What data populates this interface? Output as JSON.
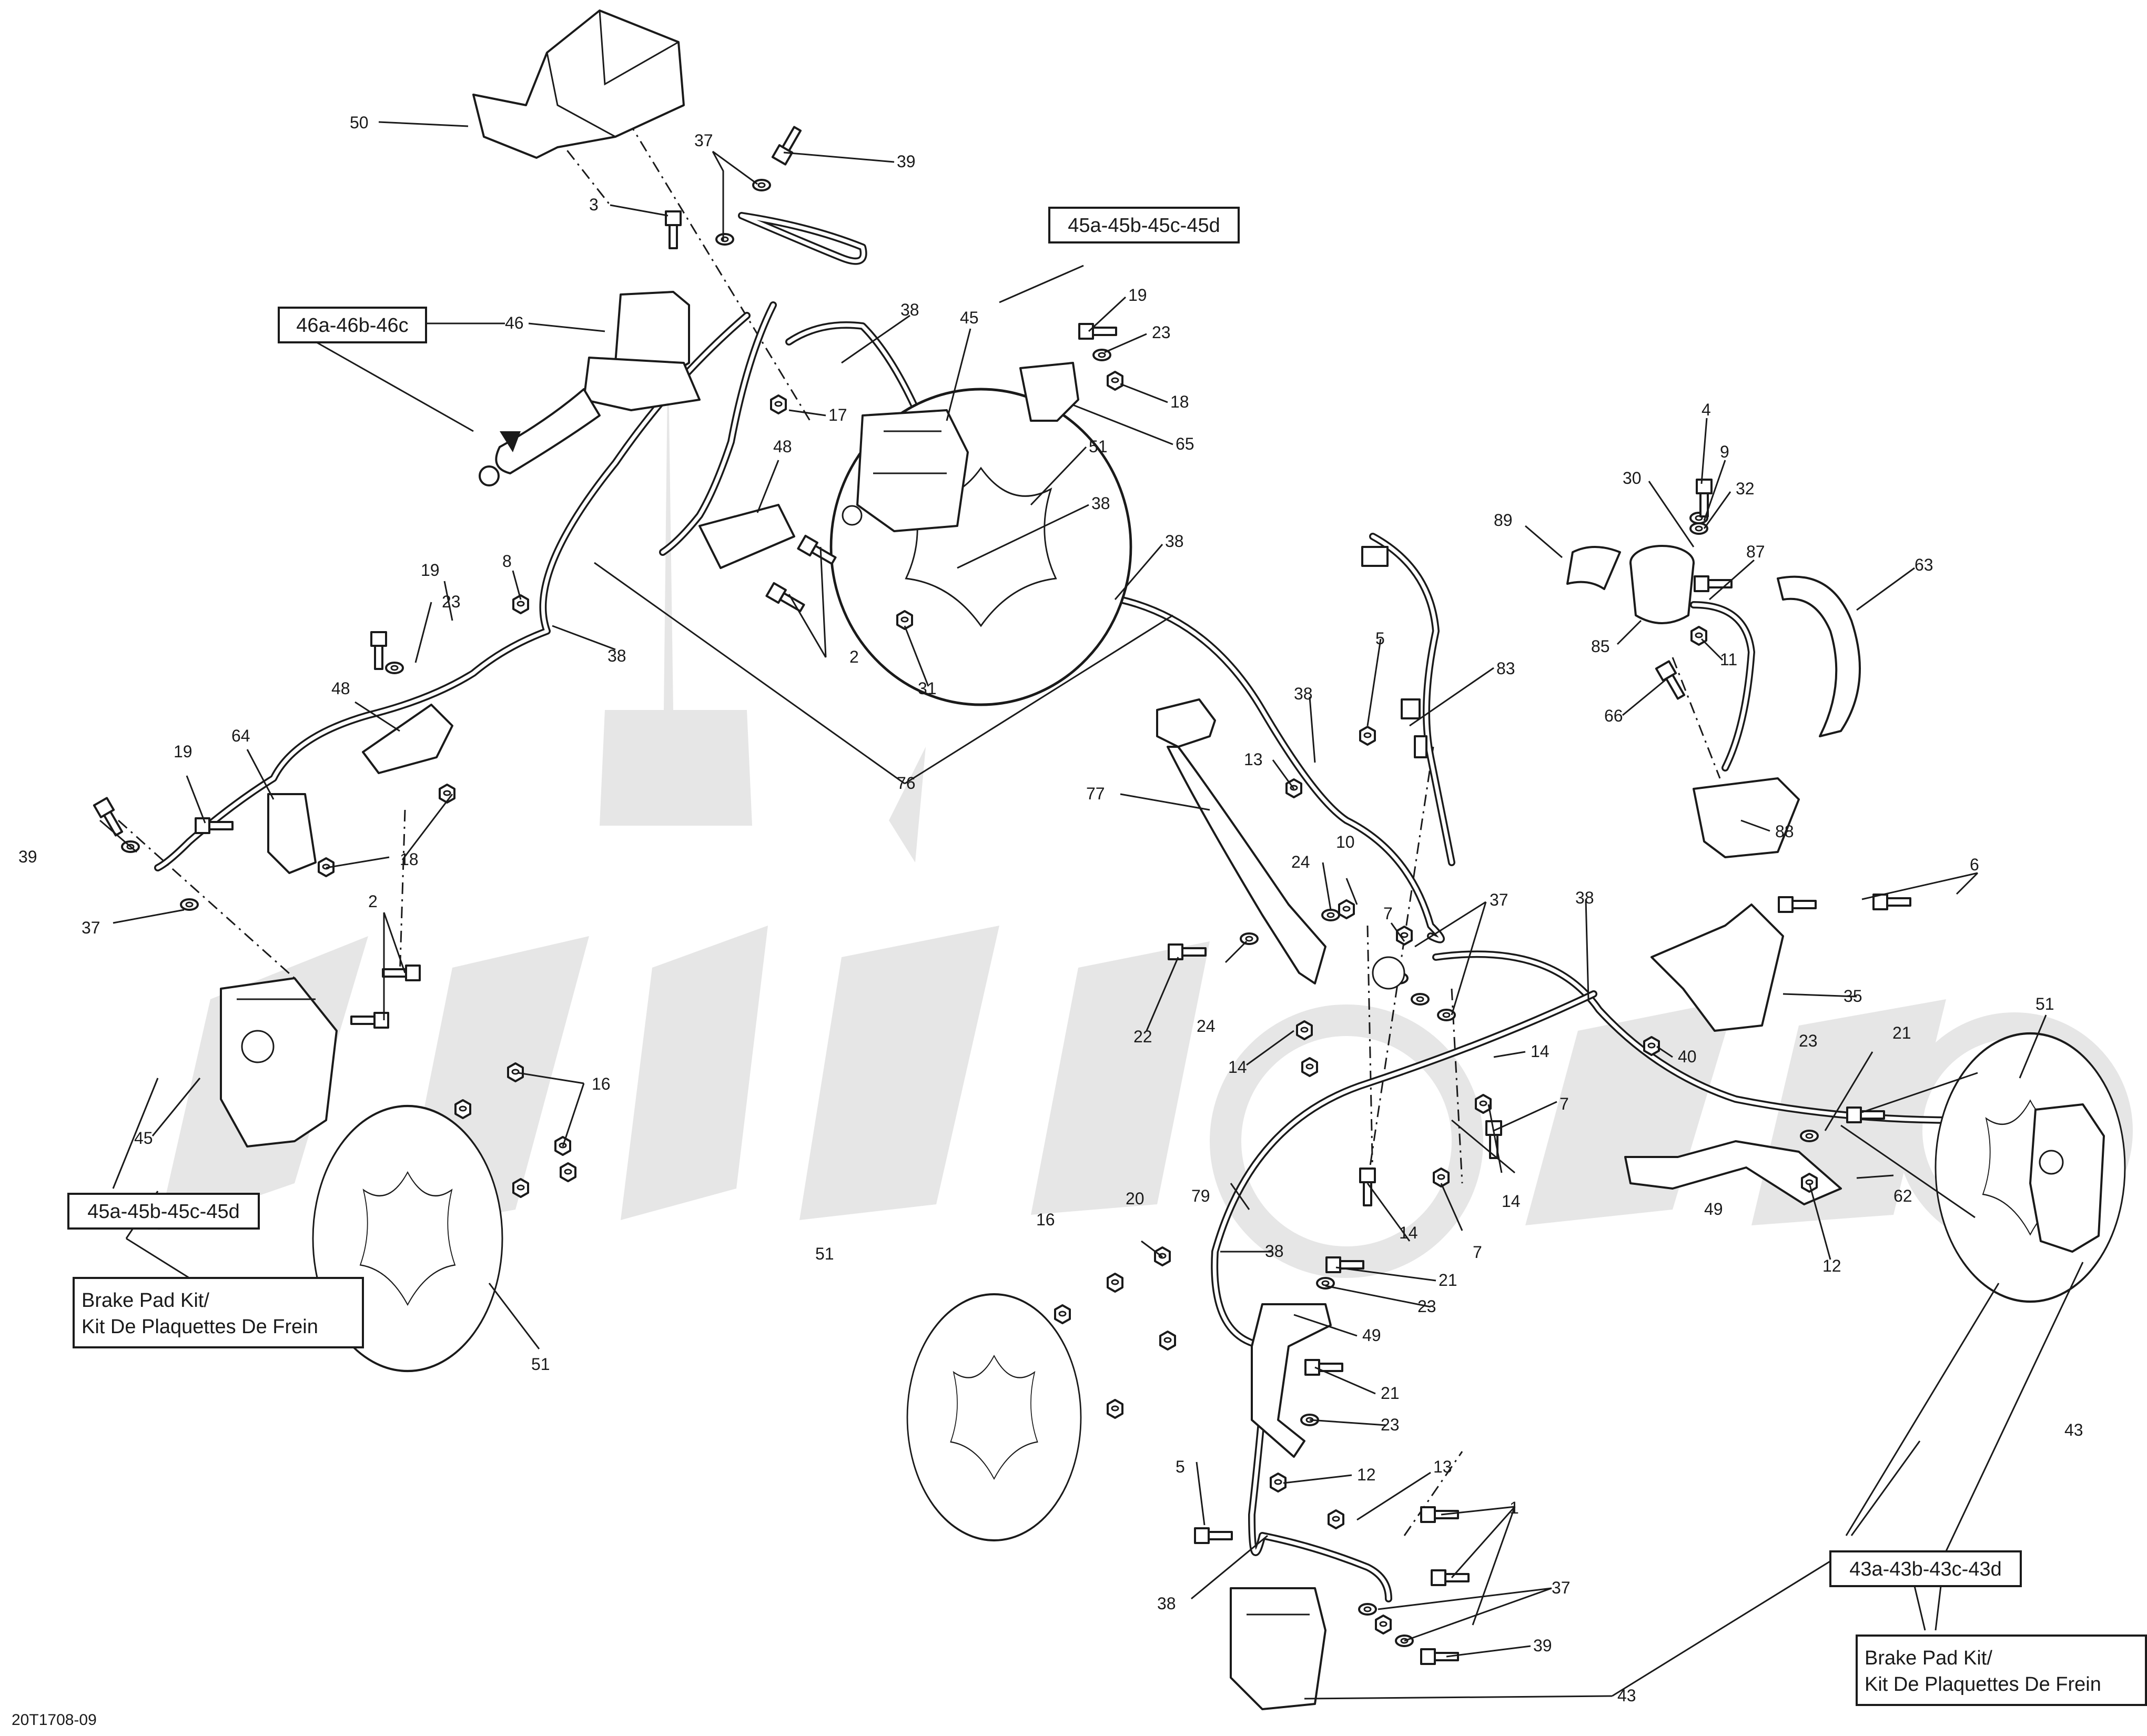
{
  "figure_id": "20T1708-09",
  "boxes": {
    "front_left_caliper_kit": "45a-45b-45c-45d",
    "front_right_caliper_kit": "45a-45b-45c-45d",
    "master_cylinder_kit": "46a-46b-46c",
    "rear_caliper_kit": "43a-43b-43c-43d",
    "brake_pad_kit_left": [
      "Brake Pad Kit/",
      "Kit De Plaquettes De Frein"
    ],
    "brake_pad_kit_right": [
      "Brake Pad Kit/",
      "Kit De Plaquettes De Frein"
    ]
  },
  "callouts": [
    {
      "id": "c50",
      "label": "50",
      "part": "mounting-bracket"
    },
    {
      "id": "c37a",
      "label": "37",
      "part": "sealing-washer"
    },
    {
      "id": "c39a",
      "label": "39",
      "part": "banjo-bolt"
    },
    {
      "id": "c3",
      "label": "3",
      "part": "screw"
    },
    {
      "id": "c46",
      "label": "46",
      "part": "master-cylinder"
    },
    {
      "id": "c38a",
      "label": "38",
      "part": "hose-clip"
    },
    {
      "id": "c45a",
      "label": "45",
      "part": "front-caliper"
    },
    {
      "id": "c19a",
      "label": "19",
      "part": "screw"
    },
    {
      "id": "c23a",
      "label": "23",
      "part": "washer"
    },
    {
      "id": "c18a",
      "label": "18",
      "part": "clip"
    },
    {
      "id": "c65",
      "label": "65",
      "part": "support"
    },
    {
      "id": "c17",
      "label": "17",
      "part": "clip"
    },
    {
      "id": "c48a",
      "label": "48",
      "part": "hose-guide"
    },
    {
      "id": "c51a",
      "label": "51",
      "part": "brake-disc"
    },
    {
      "id": "c38b",
      "label": "38",
      "part": "hose-clip"
    },
    {
      "id": "c38c",
      "label": "38",
      "part": "hose-clip"
    },
    {
      "id": "c2a",
      "label": "2",
      "part": "caliper-bolt"
    },
    {
      "id": "c31",
      "label": "31",
      "part": "nut"
    },
    {
      "id": "c8",
      "label": "8",
      "part": "nut"
    },
    {
      "id": "c19b",
      "label": "19",
      "part": "screw"
    },
    {
      "id": "c23b",
      "label": "23",
      "part": "washer"
    },
    {
      "id": "c38d",
      "label": "38",
      "part": "hose-clip"
    },
    {
      "id": "c76",
      "label": "76",
      "part": "brake-hose"
    },
    {
      "id": "c48b",
      "label": "48",
      "part": "hose-guide"
    },
    {
      "id": "c64",
      "label": "64",
      "part": "hose-junction"
    },
    {
      "id": "c19c",
      "label": "19",
      "part": "screw"
    },
    {
      "id": "c18b",
      "label": "18",
      "part": "clip"
    },
    {
      "id": "c39b",
      "label": "39",
      "part": "banjo-bolt"
    },
    {
      "id": "c37b",
      "label": "37",
      "part": "sealing-washer"
    },
    {
      "id": "c2b",
      "label": "2",
      "part": "caliper-bolt"
    },
    {
      "id": "c45b",
      "label": "45",
      "part": "front-caliper"
    },
    {
      "id": "c16a",
      "label": "16",
      "part": "disc-screw"
    },
    {
      "id": "c51b",
      "label": "51",
      "part": "brake-disc"
    },
    {
      "id": "c4",
      "label": "4",
      "part": "screw"
    },
    {
      "id": "c9",
      "label": "9",
      "part": "washer"
    },
    {
      "id": "c30",
      "label": "30",
      "part": "cap"
    },
    {
      "id": "c32",
      "label": "32",
      "part": "grommet"
    },
    {
      "id": "c89",
      "label": "89",
      "part": "label"
    },
    {
      "id": "c87",
      "label": "87",
      "part": "reservoir-hose"
    },
    {
      "id": "c63",
      "label": "63",
      "part": "vent-hose"
    },
    {
      "id": "c85",
      "label": "85",
      "part": "reservoir"
    },
    {
      "id": "c11",
      "label": "11",
      "part": "clamp"
    },
    {
      "id": "c66",
      "label": "66",
      "part": "bleeder"
    },
    {
      "id": "c88",
      "label": "88",
      "part": "rear-master-cylinder"
    },
    {
      "id": "c83",
      "label": "83",
      "part": "brake-light-switch"
    },
    {
      "id": "c5a",
      "label": "5",
      "part": "screw"
    },
    {
      "id": "c38e",
      "label": "38",
      "part": "hose-clip"
    },
    {
      "id": "c13a",
      "label": "13",
      "part": "nut"
    },
    {
      "id": "c77",
      "label": "77",
      "part": "brake-pedal"
    },
    {
      "id": "c10",
      "label": "10",
      "part": "nut"
    },
    {
      "id": "c24a",
      "label": "24",
      "part": "washer"
    },
    {
      "id": "c7a",
      "label": "7",
      "part": "screw"
    },
    {
      "id": "c37c",
      "label": "37",
      "part": "sealing-washer"
    },
    {
      "id": "c38f",
      "label": "38",
      "part": "hose-clip"
    },
    {
      "id": "c6",
      "label": "6",
      "part": "bolt"
    },
    {
      "id": "c35",
      "label": "35",
      "part": "support"
    },
    {
      "id": "c22",
      "label": "22",
      "part": "pivot-pin"
    },
    {
      "id": "c24b",
      "label": "24",
      "part": "washer"
    },
    {
      "id": "c14a",
      "label": "14",
      "part": "nut"
    },
    {
      "id": "c14b",
      "label": "14",
      "part": "nut"
    },
    {
      "id": "c40",
      "label": "40",
      "part": "spring"
    },
    {
      "id": "c23c",
      "label": "23",
      "part": "washer"
    },
    {
      "id": "c21a",
      "label": "21",
      "part": "screw"
    },
    {
      "id": "c51c",
      "label": "51",
      "part": "brake-disc"
    },
    {
      "id": "c7b",
      "label": "7",
      "part": "screw"
    },
    {
      "id": "c14c",
      "label": "14",
      "part": "nut"
    },
    {
      "id": "c14d",
      "label": "14",
      "part": "nut"
    },
    {
      "id": "c7c",
      "label": "7",
      "part": "screw"
    },
    {
      "id": "c79",
      "label": "79",
      "part": "brake-hose"
    },
    {
      "id": "c49a",
      "label": "49",
      "part": "hose-guide"
    },
    {
      "id": "c62",
      "label": "62",
      "part": "brake-hose"
    },
    {
      "id": "c12a",
      "label": "12",
      "part": "nut"
    },
    {
      "id": "c20",
      "label": "20",
      "part": "nut"
    },
    {
      "id": "c38g",
      "label": "38",
      "part": "hose-clip"
    },
    {
      "id": "c16b",
      "label": "16",
      "part": "disc-screw"
    },
    {
      "id": "c51d",
      "label": "51",
      "part": "brake-disc"
    },
    {
      "id": "c21b",
      "label": "21",
      "part": "screw"
    },
    {
      "id": "c23d",
      "label": "23",
      "part": "washer"
    },
    {
      "id": "c49b",
      "label": "49",
      "part": "hose-guide"
    },
    {
      "id": "c21c",
      "label": "21",
      "part": "screw"
    },
    {
      "id": "c23e",
      "label": "23",
      "part": "washer"
    },
    {
      "id": "c12b",
      "label": "12",
      "part": "nut"
    },
    {
      "id": "c5b",
      "label": "5",
      "part": "screw"
    },
    {
      "id": "c13b",
      "label": "13",
      "part": "nut"
    },
    {
      "id": "c1",
      "label": "1",
      "part": "caliper-bolt"
    },
    {
      "id": "c38h",
      "label": "38",
      "part": "hose-clip"
    },
    {
      "id": "c37d",
      "label": "37",
      "part": "sealing-washer"
    },
    {
      "id": "c39c",
      "label": "39",
      "part": "banjo-bolt"
    },
    {
      "id": "c43a",
      "label": "43",
      "part": "rear-caliper"
    },
    {
      "id": "c43b",
      "label": "43",
      "part": "rear-caliper"
    }
  ]
}
